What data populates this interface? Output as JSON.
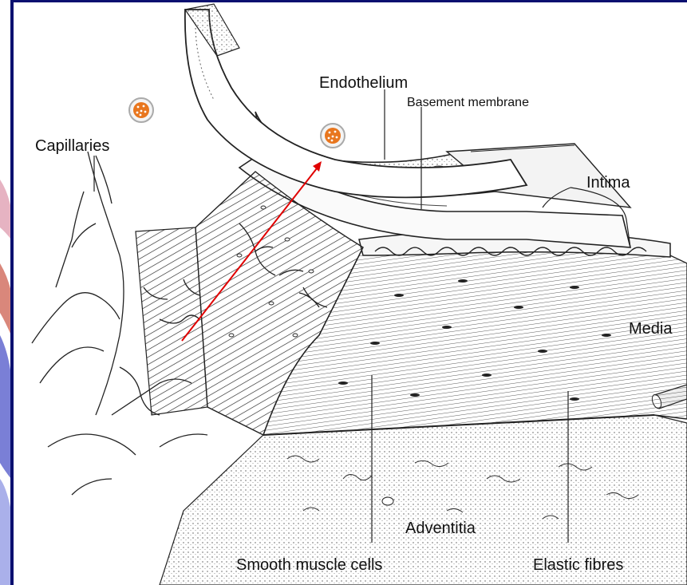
{
  "labels": {
    "endothelium": "Endothelium",
    "basement_membrane": "Basement membrane",
    "capillaries": "Capillaries",
    "intima": "Intima",
    "media": "Media",
    "adventitia": "Adventitia",
    "smooth_muscle_cells": "Smooth muscle cells",
    "elastic_fibres": "Elastic fibres"
  },
  "colors": {
    "frame_border": "#0a1070",
    "arrow": "#e00000",
    "particle_fill": "#e8761e",
    "particle_ring": "#b4b4b4",
    "ink": "#111111"
  },
  "icons": {
    "particle": "lipoprotein-particle-icon"
  }
}
